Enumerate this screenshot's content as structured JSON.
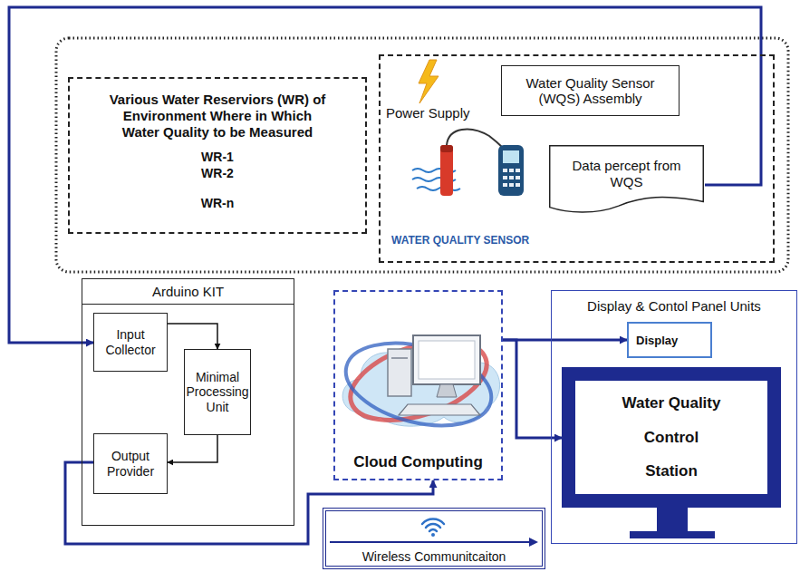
{
  "diagram": {
    "nodes": [
      {
        "text": [
          "Various Water Reserviors (WR) of Environment Where in Which Water Quality to be Measured",
          "WR-1",
          "WR-2",
          "WR-n"
        ]
      },
      {
        "text": [
          "Power Supply",
          "WATER QUALITY SENSOR"
        ]
      },
      {
        "text": [
          "Water Quality Sensor (WQS) Assembly"
        ],
        "in": 1
      },
      {
        "text": [
          "Data percept from WQS"
        ],
        "in": 1
      },
      {
        "text": [
          "Arduino KIT"
        ]
      },
      {
        "text": [
          "Input Collector"
        ],
        "in": 4
      },
      {
        "text": [
          "Minimal Processing Unit"
        ],
        "in": 4
      },
      {
        "text": [
          "Output Provider"
        ],
        "in": 4
      },
      {
        "text": [
          "Cloud Computing"
        ]
      },
      {
        "text": [
          "Display & Contol Panel Units"
        ]
      },
      {
        "text": [
          "Display"
        ],
        "in": 9
      },
      {
        "text": [
          "Water Quality Control Station"
        ],
        "in": 9
      },
      {
        "text": [
          "Wireless Communitcaiton"
        ]
      }
    ],
    "edges": [
      {
        "from": 3,
        "to": 5,
        "arrow": "to"
      },
      {
        "from": 5,
        "to": 6,
        "arrow": "to"
      },
      {
        "from": 6,
        "to": 7,
        "arrow": "to"
      },
      {
        "from": 7,
        "to": 8,
        "arrow": "to"
      },
      {
        "from": 8,
        "to": 10,
        "arrow": "to"
      },
      {
        "from": 8,
        "to": 11,
        "arrow": "to"
      }
    ]
  }
}
